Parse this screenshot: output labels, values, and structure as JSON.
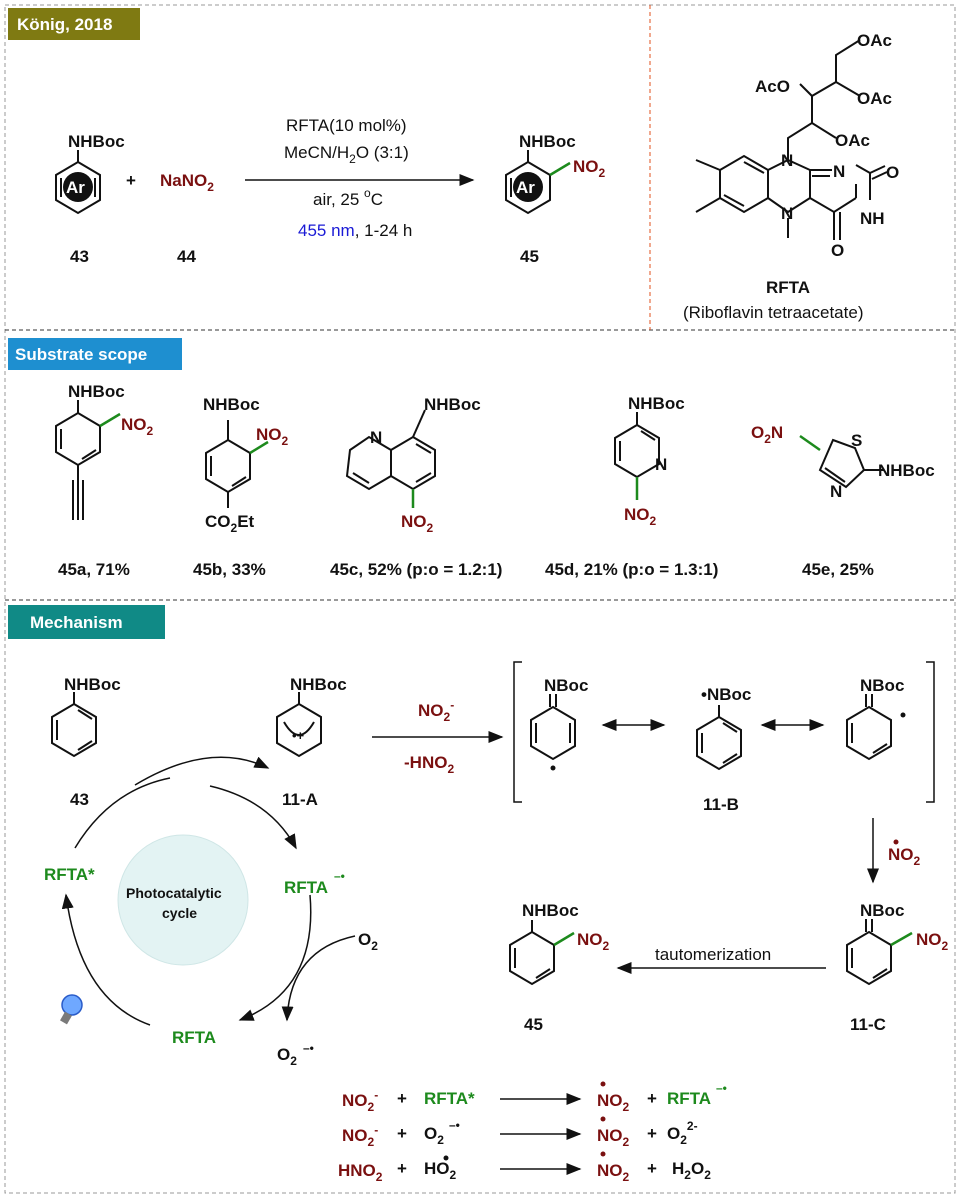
{
  "section1": {
    "badge": "König, 2018",
    "reactant_label": "NHBoc",
    "ar_label": "Ar",
    "plus": "+",
    "reagent": "NaNO",
    "reagent_sub": "2",
    "cond1": "RFTA(10 mol%)",
    "cond2_a": "MeCN/H",
    "cond2_sub": "2",
    "cond2_b": "O (3:1)",
    "cond3_a": "air, 25 ",
    "cond3_sup": "o",
    "cond3_b": "C",
    "cond4_a": "455 nm",
    "cond4_b": ", 1-24 h",
    "product_label": "NHBoc",
    "product_no2": "NO",
    "product_no2_sub": "2",
    "num_43": "43",
    "num_44": "44",
    "num_45": "45",
    "rfta": {
      "oac1": "OAc",
      "aco": "AcO",
      "oac2": "OAc",
      "oac3": "OAc",
      "n1": "N",
      "n2": "N",
      "n3": "N",
      "nh": "NH",
      "o1": "O",
      "o2": "O",
      "name": "RFTA",
      "fullname": "(Riboflavin tetraacetate)"
    }
  },
  "section2": {
    "badge": "Substrate scope",
    "items": [
      {
        "label": "45a, 71%"
      },
      {
        "label": "45b, 33%"
      },
      {
        "label": "45c, 52% (p:o = 1.2:1)"
      },
      {
        "label": "45d, 21% (p:o = 1.3:1)"
      },
      {
        "label": "45e, 25%"
      }
    ],
    "nhboc": "NHBoc",
    "no2": "NO",
    "no2_sub": "2",
    "co2et_a": "CO",
    "co2et_sub": "2",
    "co2et_b": "Et",
    "n": "N",
    "s": "S",
    "o2n_a": "O",
    "o2n_sub": "2",
    "o2n_b": "N"
  },
  "section3": {
    "badge": "Mechanism",
    "nhboc": "NHBoc",
    "nboc": "NBoc",
    "dot_nboc": "•NBoc",
    "num_43": "43",
    "num_11a": "11-A",
    "num_11b": "11-B",
    "num_11c": "11-C",
    "num_45": "45",
    "radcation": "•+",
    "step_a": "NO",
    "step_a_sub": "2",
    "step_a_sup": "-",
    "step_b_a": "-HNO",
    "step_b_sub": "2",
    "no2rad": "NO",
    "no2rad_sub": "2",
    "no2": "NO",
    "no2_sub": "2",
    "tautomerization": "tautomerization",
    "cycle_label1": "Photocatalytic",
    "cycle_label2": "cycle",
    "rfta_star": "RFTA*",
    "rfta_rad": "RFTA",
    "rfta": "RFTA",
    "o2": "O",
    "o2_sub": "2",
    "o2rad": "O",
    "o2rad_sub": "2",
    "eq": [
      {
        "l1": "NO",
        "l1_sub": "2",
        "l1_sup": "-",
        "plus": "+",
        "l2": "RFTA*",
        "r1": "NO",
        "r1_sub": "2",
        "r2": "RFTA"
      },
      {
        "l1": "NO",
        "l1_sub": "2",
        "l1_sup": "-",
        "plus": "+",
        "l2": "O",
        "l2_sub": "2",
        "r1": "NO",
        "r1_sub": "2",
        "r2": "O",
        "r2_sub": "2",
        "r2_sup": "2-"
      },
      {
        "l1": "HNO",
        "l1_sub": "2",
        "plus": "+",
        "l2": "HO",
        "l2_sub": "2",
        "r1": "NO",
        "r1_sub": "2",
        "r2": "H",
        "r2_sub": "2",
        "r2_b": "O",
        "r2_sub2": "2"
      }
    ]
  },
  "colors": {
    "badge1": "#7f7a12",
    "badge2": "#1e8fd0",
    "badge3": "#108a86",
    "red": "#7a1010",
    "green": "#1d8a1d",
    "blue": "#1a1ad6",
    "bond_green": "#1d8a1d"
  }
}
